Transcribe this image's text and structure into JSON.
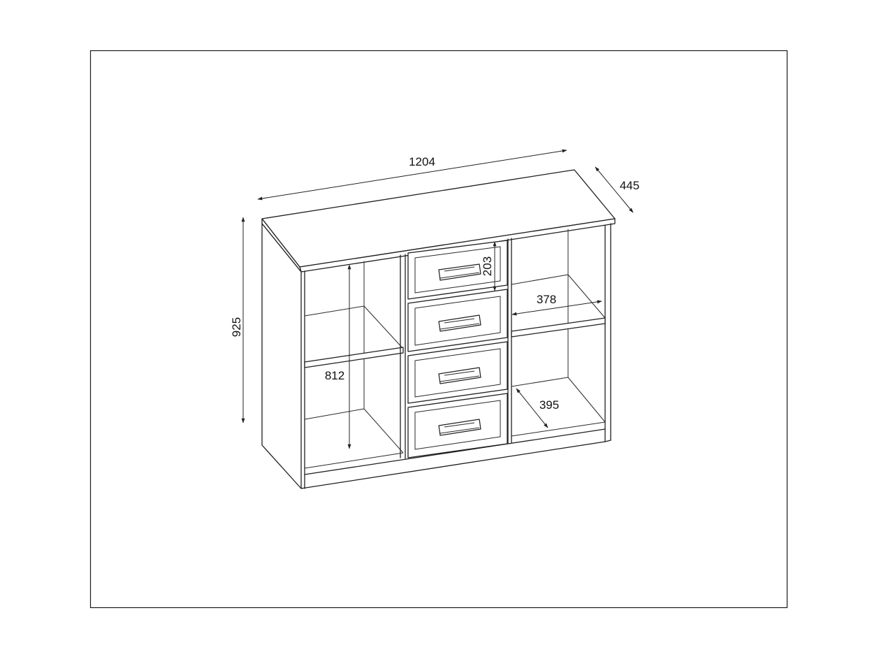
{
  "dimensions": {
    "width": "1204",
    "depth": "445",
    "height": "925",
    "inner_height": "812",
    "drawer_height": "203",
    "shelf_width": "378",
    "shelf_depth": "395"
  },
  "colors": {
    "line": "#1f1f1f",
    "background": "#ffffff"
  }
}
